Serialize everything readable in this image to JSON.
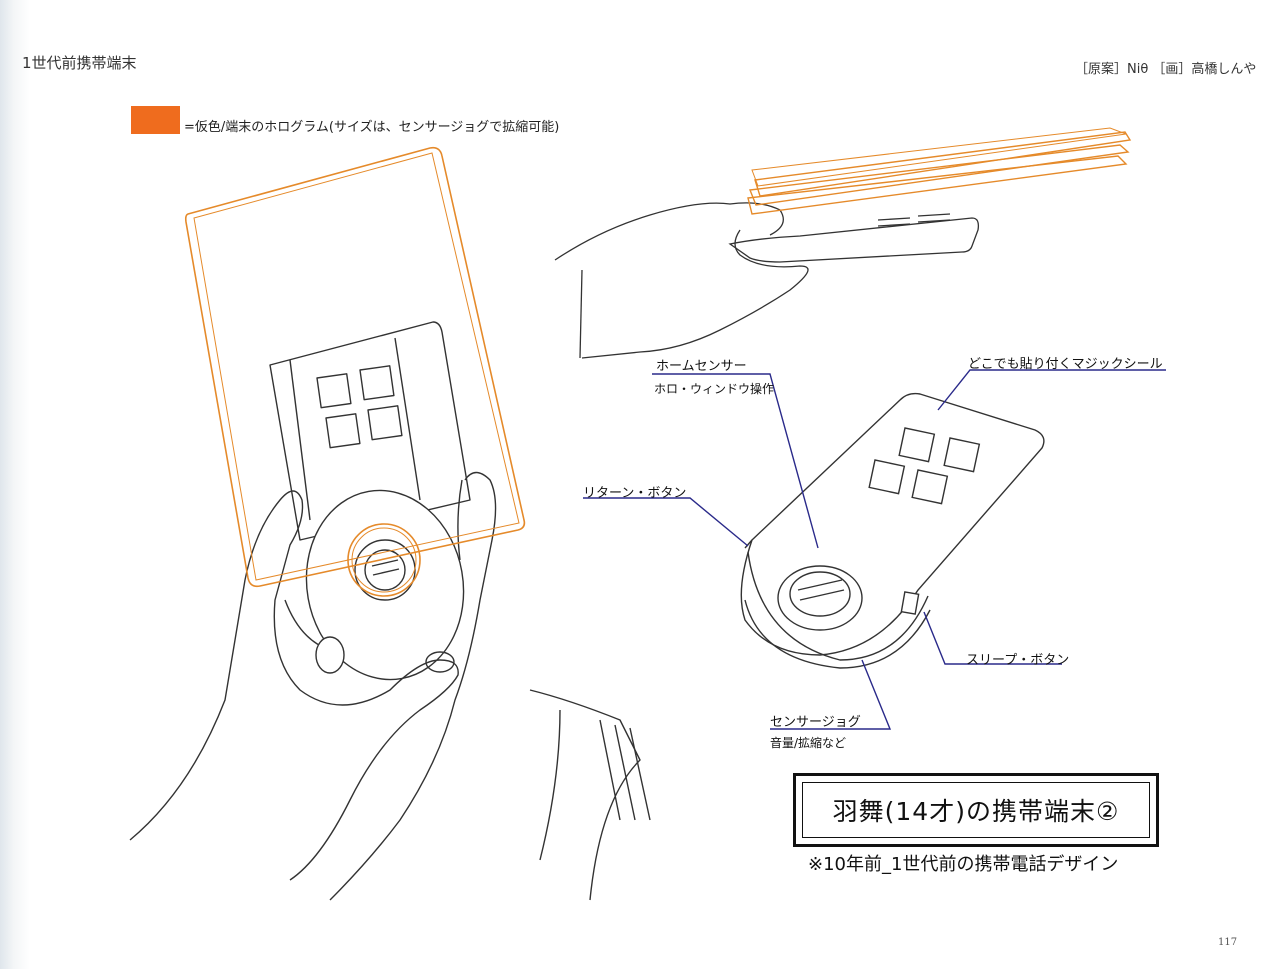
{
  "header": {
    "section_title": "1世代前携帯端末",
    "credits": "［原案］Niθ ［画］高橋しんや"
  },
  "legend": {
    "swatch_color": "#ef6c1e",
    "text": "=仮色/端末のホログラム(サイズは、センサージョグで拡縮可能)"
  },
  "callouts": {
    "home_sensor": {
      "label": "ホームセンサー",
      "sub": "ホロ・ウィンドウ操作"
    },
    "magic_seal": {
      "label": "どこでも貼り付くマジックシール"
    },
    "return_button": {
      "label": "リターン・ボタン"
    },
    "sleep_button": {
      "label": "スリープ・ボタン"
    },
    "sensor_jog": {
      "label": "センサージョグ",
      "sub": "音量/拡縮など"
    }
  },
  "title": {
    "main": "羽舞(14才)の携帯端末②",
    "caption": "※10年前_1世代前の携帯電話デザイン"
  },
  "page_number": "117",
  "colors": {
    "hologram": "#e58a2a",
    "leader_line": "#2a2a8a",
    "ink": "#333333"
  }
}
